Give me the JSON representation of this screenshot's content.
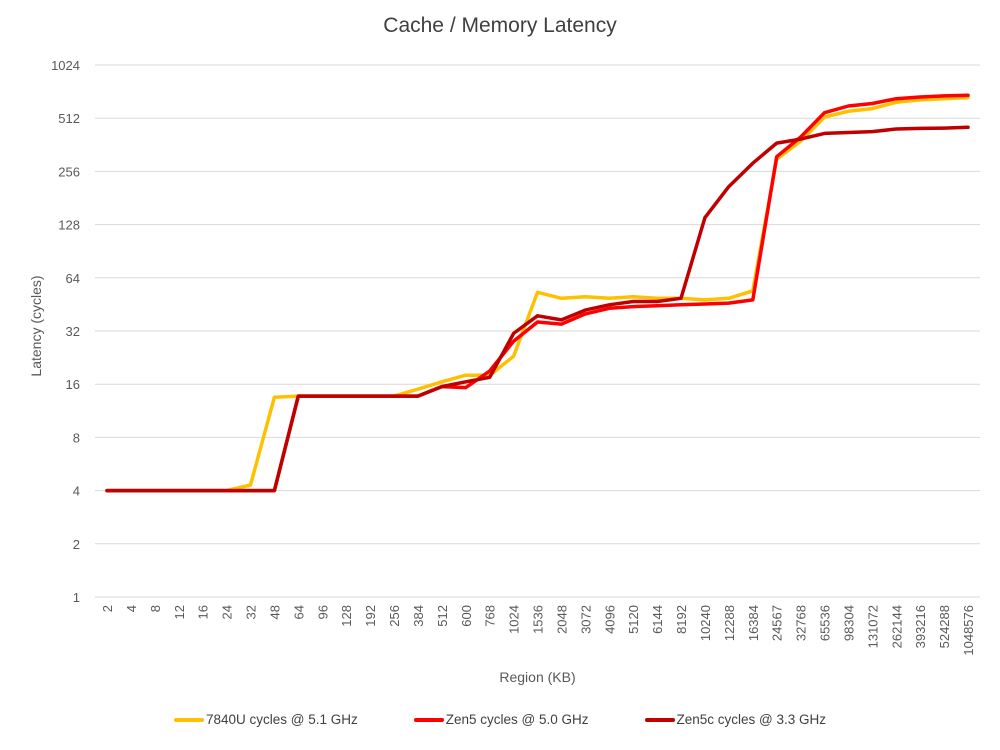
{
  "chart_data": {
    "type": "line",
    "title": "Cache / Memory Latency",
    "xlabel": "Region (KB)",
    "ylabel": "Latency (cycles)",
    "yscale": "log2",
    "ylim": [
      1,
      1024
    ],
    "yticks": [
      1,
      2,
      4,
      8,
      16,
      32,
      64,
      128,
      256,
      512,
      1024
    ],
    "grid": true,
    "legend_position": "bottom",
    "categories": [
      "2",
      "4",
      "8",
      "12",
      "16",
      "24",
      "32",
      "48",
      "64",
      "96",
      "128",
      "192",
      "256",
      "384",
      "512",
      "600",
      "768",
      "1024",
      "1536",
      "2048",
      "3072",
      "4096",
      "5120",
      "6144",
      "8192",
      "10240",
      "12288",
      "16384",
      "24567",
      "32768",
      "65536",
      "98304",
      "131072",
      "262144",
      "393216",
      "524288",
      "1048576"
    ],
    "series": [
      {
        "name": "7840U cycles @ 5.1 GHz",
        "color": "#FFC000",
        "values": [
          4,
          4,
          4,
          4,
          4,
          4,
          4.3,
          13.5,
          13.7,
          13.7,
          13.7,
          13.7,
          13.7,
          15,
          16.5,
          18,
          18,
          23,
          53,
          49,
          50,
          49,
          50,
          49,
          49,
          48,
          49,
          54,
          300,
          380,
          520,
          560,
          580,
          630,
          650,
          660,
          670
        ]
      },
      {
        "name": "Zen5 cycles @ 5.0 GHz",
        "color": "#FF0000",
        "values": [
          4,
          4,
          4,
          4,
          4,
          4,
          4,
          4,
          13.7,
          13.7,
          13.7,
          13.7,
          13.7,
          13.7,
          15.5,
          15.3,
          19,
          28,
          36,
          35,
          40,
          43,
          44,
          44.5,
          45,
          45.5,
          46,
          48,
          310,
          400,
          550,
          600,
          620,
          660,
          675,
          685,
          690
        ]
      },
      {
        "name": "Zen5c cycles @ 3.3 GHz",
        "color": "#C00000",
        "values": [
          4,
          4,
          4,
          4,
          4,
          4,
          4,
          4,
          13.7,
          13.7,
          13.7,
          13.7,
          13.7,
          13.7,
          15.5,
          16.5,
          17.5,
          31,
          39,
          37,
          42,
          45,
          47,
          47,
          49,
          140,
          210,
          285,
          370,
          390,
          420,
          425,
          430,
          445,
          448,
          450,
          455
        ]
      }
    ]
  },
  "legend": {
    "items": [
      {
        "label": "7840U cycles @ 5.1 GHz",
        "color": "#FFC000"
      },
      {
        "label": "Zen5 cycles @ 5.0 GHz",
        "color": "#FF0000"
      },
      {
        "label": "Zen5c cycles @ 3.3 GHz",
        "color": "#C00000"
      }
    ]
  }
}
